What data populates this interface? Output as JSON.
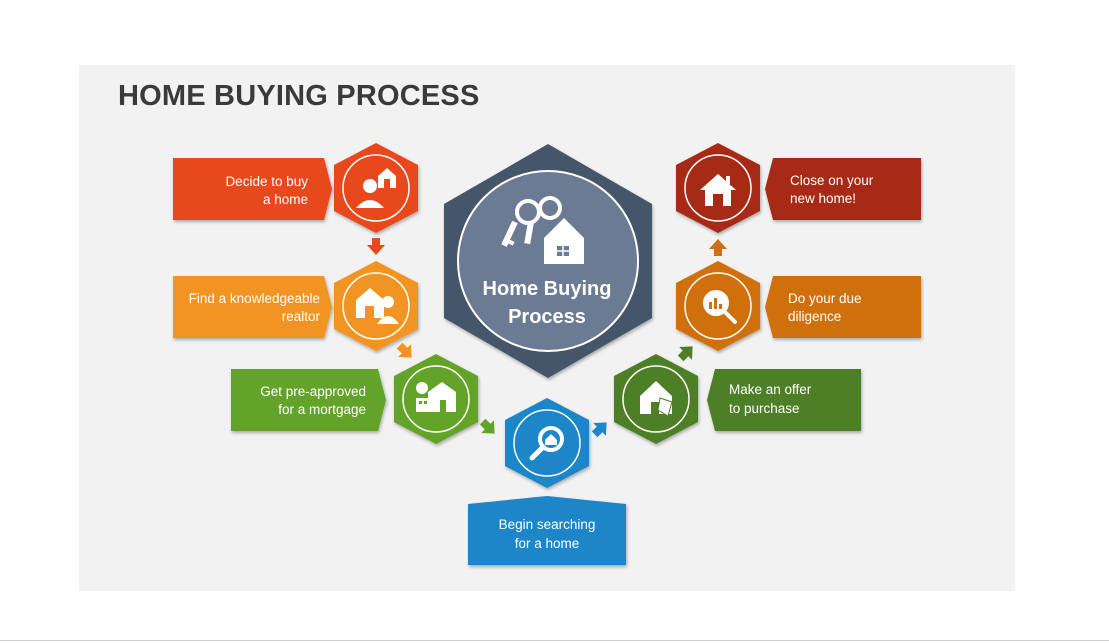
{
  "title": "HOME BUYING PROCESS",
  "center": {
    "line1": "Home Buying",
    "line2": "Process",
    "icon": "house-keys-icon",
    "color": "#44546a",
    "inner_color": "#6b7b93"
  },
  "steps": [
    {
      "line1": "Decide to buy",
      "line2": "a home",
      "icon": "person-house-icon",
      "color": "#e8481d"
    },
    {
      "line1": "Find a knowledgeable",
      "line2": "realtor",
      "icon": "realtor-house-icon",
      "color": "#f29423"
    },
    {
      "line1": "Get pre-approved",
      "line2": "for a mortgage",
      "icon": "mortgage-house-icon",
      "color": "#64a32a"
    },
    {
      "line1": "Begin searching",
      "line2": "for a home",
      "icon": "search-house-icon",
      "color": "#1f86c8"
    },
    {
      "line1": "Make an offer",
      "line2": "to purchase",
      "icon": "house-tag-icon",
      "color": "#4e7f25"
    },
    {
      "line1": "Do your due",
      "line2": "diligence",
      "icon": "magnify-chart-icon",
      "color": "#d06f10"
    },
    {
      "line1": "Close on your",
      "line2": "new home!",
      "icon": "house-icon",
      "color": "#a72b13"
    }
  ]
}
